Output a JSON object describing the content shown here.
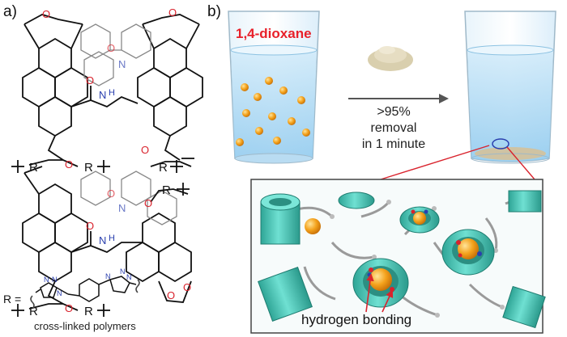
{
  "panel_a": {
    "label": "a)",
    "substituent_label": "R =",
    "caption": "cross-linked polymers"
  },
  "panel_b": {
    "label": "b)",
    "solvent": "1,4-dioxane",
    "removal_line1": ">95%",
    "removal_line2": "removal",
    "removal_line3": "in 1 minute",
    "bonding_label": "hydrogen bonding"
  },
  "colors": {
    "solvent_text": "#e8202a",
    "oxygen": "#d9232d",
    "nitrogen": "#2a3fae",
    "host": "#4fc7b8",
    "guest": "#f4a21c"
  }
}
